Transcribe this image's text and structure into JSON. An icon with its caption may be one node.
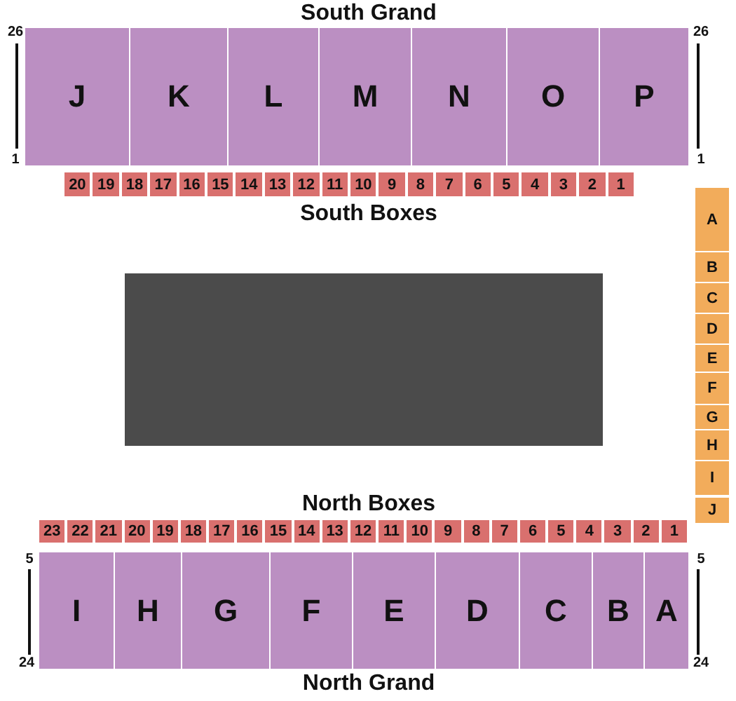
{
  "diagram": {
    "nodes": [
      {
        "text": [
          "J"
        ]
      },
      {
        "text": [
          "K"
        ]
      },
      {
        "text": [
          "L"
        ]
      },
      {
        "text": [
          "M"
        ]
      },
      {
        "text": [
          "N"
        ]
      },
      {
        "text": [
          "O"
        ]
      },
      {
        "text": [
          "P"
        ]
      },
      {
        "text": [
          "20"
        ]
      },
      {
        "text": [
          "19"
        ]
      },
      {
        "text": [
          "18"
        ]
      },
      {
        "text": [
          "17"
        ]
      },
      {
        "text": [
          "16"
        ]
      },
      {
        "text": [
          "15"
        ]
      },
      {
        "text": [
          "14"
        ]
      },
      {
        "text": [
          "13"
        ]
      },
      {
        "text": [
          "12"
        ]
      },
      {
        "text": [
          "11"
        ]
      },
      {
        "text": [
          "10"
        ]
      },
      {
        "text": [
          "9"
        ]
      },
      {
        "text": [
          "8"
        ]
      },
      {
        "text": [
          "7"
        ]
      },
      {
        "text": [
          "6"
        ]
      },
      {
        "text": [
          "5"
        ]
      },
      {
        "text": [
          "4"
        ]
      },
      {
        "text": [
          "3"
        ]
      },
      {
        "text": [
          "2"
        ]
      },
      {
        "text": [
          "1"
        ]
      },
      {
        "text": [
          "A"
        ]
      },
      {
        "text": [
          "B"
        ]
      },
      {
        "text": [
          "C"
        ]
      },
      {
        "text": [
          "D"
        ]
      },
      {
        "text": [
          "E"
        ]
      },
      {
        "text": [
          "F"
        ]
      },
      {
        "text": [
          "G"
        ]
      },
      {
        "text": [
          "H"
        ]
      },
      {
        "text": [
          "I"
        ]
      },
      {
        "text": [
          "J"
        ]
      },
      {
        "text": [],
        "shape": "box"
      },
      {
        "text": [
          "23"
        ]
      },
      {
        "text": [
          "22"
        ]
      },
      {
        "text": [
          "21"
        ]
      },
      {
        "text": [
          "20"
        ]
      },
      {
        "text": [
          "19"
        ]
      },
      {
        "text": [
          "18"
        ]
      },
      {
        "text": [
          "17"
        ]
      },
      {
        "text": [
          "16"
        ]
      },
      {
        "text": [
          "15"
        ]
      },
      {
        "text": [
          "14"
        ]
      },
      {
        "text": [
          "13"
        ]
      },
      {
        "text": [
          "12"
        ]
      },
      {
        "text": [
          "11"
        ]
      },
      {
        "text": [
          "10"
        ]
      },
      {
        "text": [
          "9"
        ]
      },
      {
        "text": [
          "8"
        ]
      },
      {
        "text": [
          "7"
        ]
      },
      {
        "text": [
          "6"
        ]
      },
      {
        "text": [
          "5"
        ]
      },
      {
        "text": [
          "4"
        ]
      },
      {
        "text": [
          "3"
        ]
      },
      {
        "text": [
          "2"
        ]
      },
      {
        "text": [
          "1"
        ]
      },
      {
        "text": [
          "I"
        ]
      },
      {
        "text": [
          "H"
        ]
      },
      {
        "text": [
          "G"
        ]
      },
      {
        "text": [
          "F"
        ]
      },
      {
        "text": [
          "E"
        ]
      },
      {
        "text": [
          "D"
        ]
      },
      {
        "text": [
          "C"
        ]
      },
      {
        "text": [
          "B"
        ]
      },
      {
        "text": [
          "A"
        ]
      }
    ],
    "labels": [
      "South Grand",
      "26",
      "26",
      "1",
      "1",
      "South Boxes",
      "North Boxes",
      "5",
      "5",
      "24",
      "24",
      "North Grand"
    ]
  }
}
